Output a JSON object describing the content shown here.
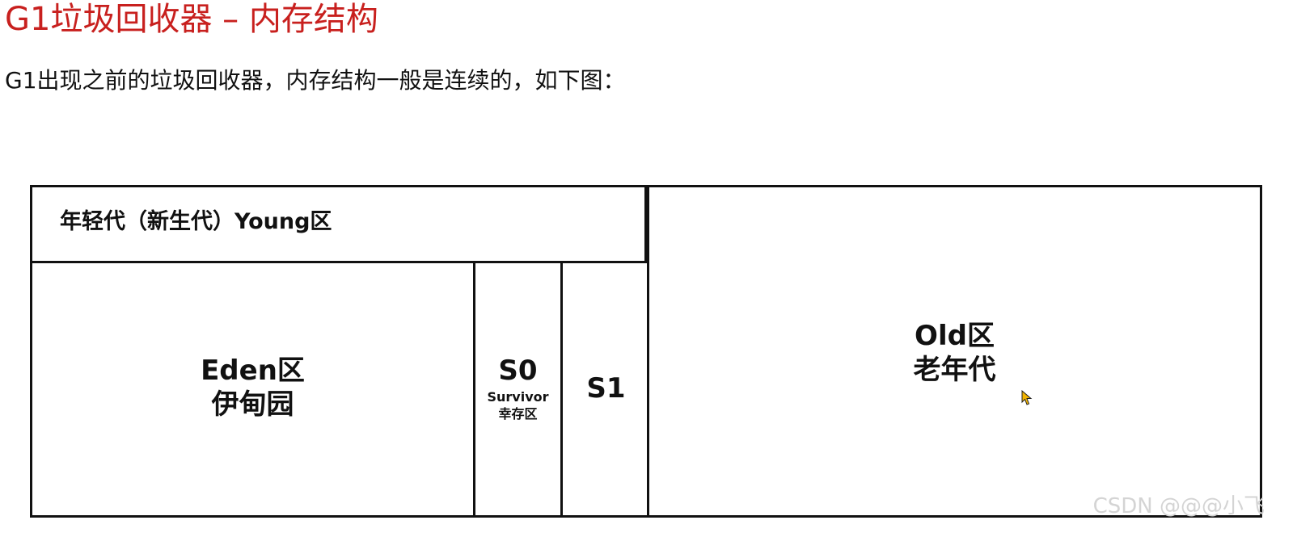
{
  "title": "G1垃圾回收器 – 内存结构",
  "intro": "G1出现之前的垃圾回收器，内存结构一般是连续的，如下图：",
  "diagram": {
    "young_label": "年轻代（新生代）Young区",
    "eden": {
      "line1": "Eden区",
      "line2": "伊甸园"
    },
    "s0": {
      "label": "S0",
      "sub1": "Survivor",
      "sub2": "幸存区"
    },
    "s1": {
      "label": "S1"
    },
    "old": {
      "line1": "Old区",
      "line2": "老年代"
    }
  },
  "watermark": "CSDN @@@小飞",
  "colors": {
    "title": "#c8201e",
    "border": "#111111",
    "watermark": "#d4d4d4"
  },
  "icons": {
    "cursor": "arrow-cursor-icon"
  }
}
